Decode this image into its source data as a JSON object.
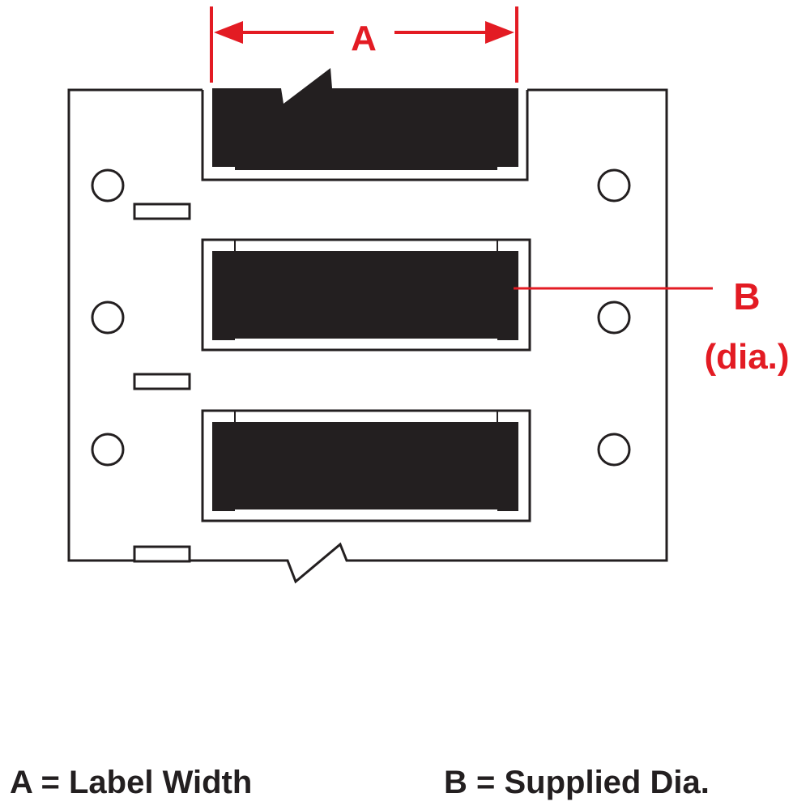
{
  "colors": {
    "outline": "#231f20",
    "label_fill": "#231f20",
    "dimension": "#e31b23",
    "background": "#ffffff"
  },
  "dimensions": {
    "a_marker": "A",
    "b_marker": "B",
    "b_note": "(dia.)"
  },
  "legend": {
    "a_text": "A = Label Width",
    "b_text": "B = Supplied Dia."
  }
}
